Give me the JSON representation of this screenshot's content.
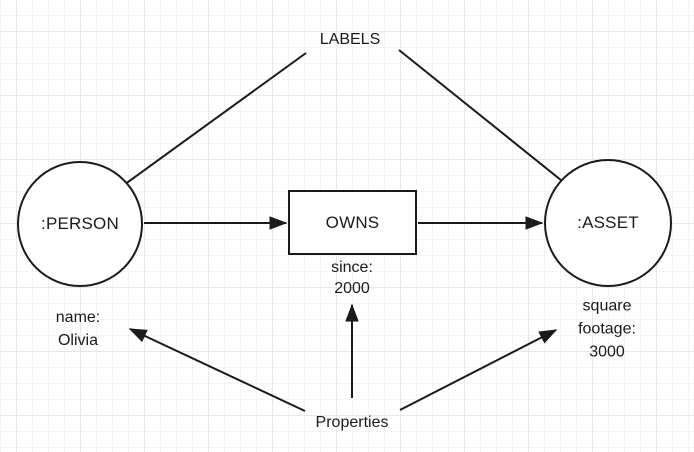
{
  "canvas": {
    "background_color": "#ffffff",
    "grid_minor_color": "#f4f4f4",
    "grid_major_color": "#e7e7e7",
    "stroke_color": "#1a1a1a",
    "text_color": "#1a1a1a"
  },
  "annotations": {
    "labels": "LABELS",
    "properties": "Properties"
  },
  "nodes": {
    "person": {
      "label": ":PERSON",
      "shape": "circle"
    },
    "owns": {
      "label": "OWNS",
      "shape": "rectangle"
    },
    "asset": {
      "label": ":ASSET",
      "shape": "circle"
    }
  },
  "property_notes": {
    "owns_since": {
      "lines": [
        "since:",
        "2000"
      ]
    },
    "person_name": {
      "lines": [
        "name:",
        "Olivia"
      ]
    },
    "asset_square_footage": {
      "lines": [
        "square",
        "footage:",
        "3000"
      ]
    }
  }
}
